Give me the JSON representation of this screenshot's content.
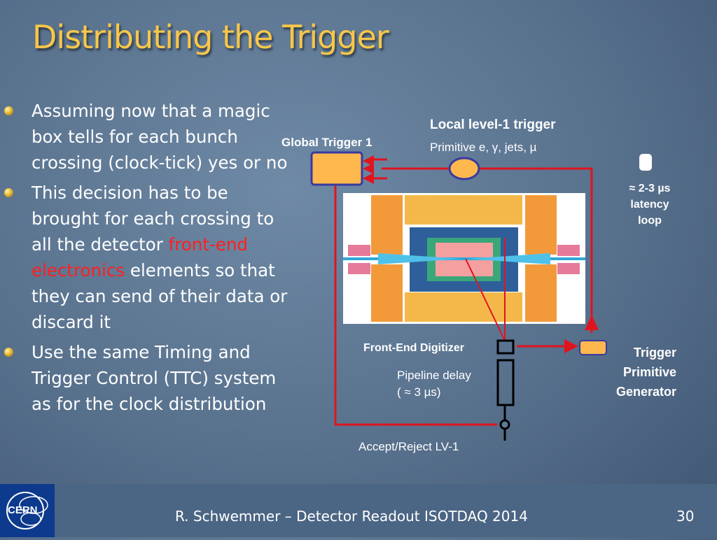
{
  "slide": {
    "title": "Distributing the Trigger",
    "bullets": [
      {
        "parts": [
          {
            "text": "Assuming now that a magic box tells for each bunch crossing (clock-tick) yes or no",
            "color": "default"
          }
        ]
      },
      {
        "parts": [
          {
            "text": "This decision has to be brought for each crossing to all the detector ",
            "color": "default"
          },
          {
            "text": "front-end electronics",
            "color": "red"
          },
          {
            "text": " elements so that they can send of their data or discard it",
            "color": "default"
          }
        ]
      },
      {
        "parts": [
          {
            "text": "Use the same Timing and Trigger Control (TTC) system as for the clock distribution",
            "color": "default"
          }
        ]
      }
    ]
  },
  "diagram": {
    "global_trigger_label": "Global Trigger 1",
    "local_trigger_title": "Local level-1 trigger",
    "local_trigger_sub": "Primitive e, γ, jets, µ",
    "latency": {
      "line1": "≈ 2-3 µs",
      "line2": "latency",
      "line3": "loop"
    },
    "front_end_label": "Front-End Digitizer",
    "pipeline_line1": "Pipeline delay",
    "pipeline_line2": "( ≈ 3 µs)",
    "trigger_primitive": {
      "line1": "Trigger",
      "line2": "Primitive",
      "line3": "Generator"
    },
    "accept_reject": "Accept/Reject LV-1"
  },
  "footer": {
    "text": "R. Schwemmer – Detector Readout ISOTDAQ 2014",
    "page": "30",
    "logo_text": "CERN"
  },
  "colors": {
    "title": "#f7c64a",
    "accent_red": "#ff1f1f",
    "box_fill": "#ffb84d",
    "box_border": "#3a3aa0",
    "wire": "#e0141e"
  }
}
